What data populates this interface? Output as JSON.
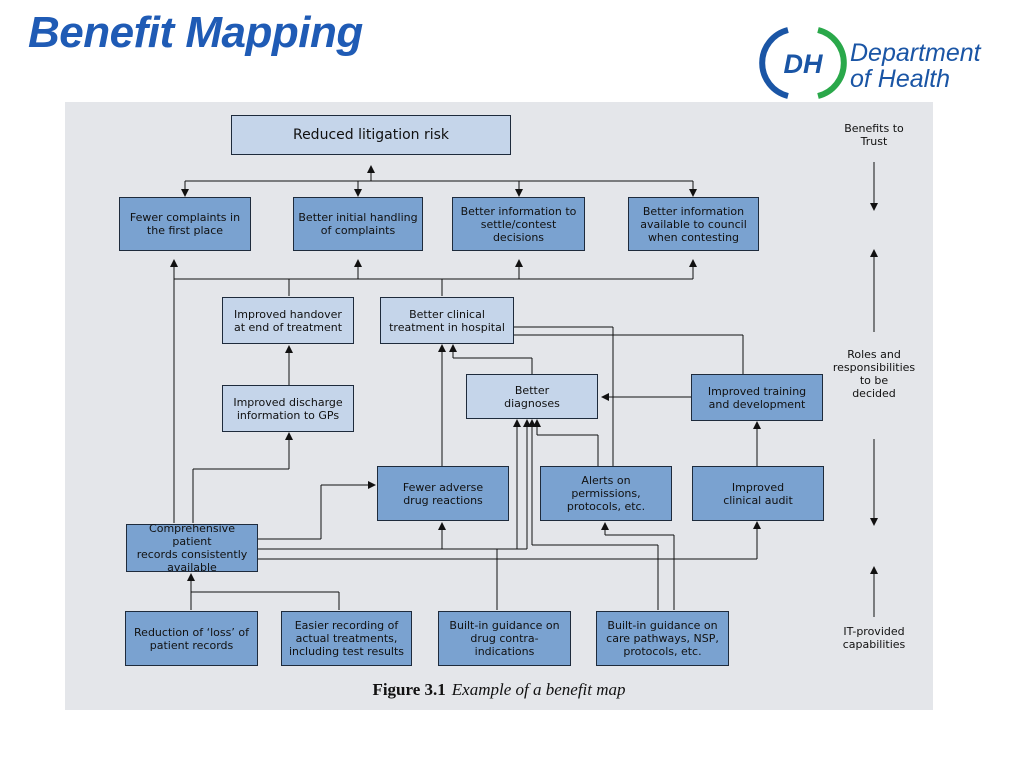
{
  "slide": {
    "title": "Benefit Mapping"
  },
  "logo": {
    "mark": "DH",
    "line1": "Department",
    "line2": "of Health"
  },
  "colors": {
    "title": "#1f5bb5",
    "dark_box": "#7aa2d0",
    "light_box": "#c5d5ea",
    "figure_bg": "#e4e6ea"
  },
  "diagram": {
    "top": "Reduced litigation risk",
    "benefits": [
      "Fewer complaints in\nthe first place",
      "Better initial handling\nof complaints",
      "Better information to\nsettle/contest decisions",
      "Better information\navailable to council\nwhen contesting"
    ],
    "improved_handover": "Improved handover\nat end of treatment",
    "better_clinical": "Better clinical\ntreatment in hospital",
    "improved_discharge": "Improved discharge\ninformation to GPs",
    "better_diagnoses": "Better\ndiagnoses",
    "improved_training": "Improved training\nand development",
    "fewer_adverse": "Fewer adverse\ndrug reactions",
    "alerts": "Alerts on\npermissions,\nprotocols, etc.",
    "improved_audit": "Improved\nclinical audit",
    "comprehensive": "Comprehensive patient\nrecords consistently\navailable",
    "capabilities": [
      "Reduction of ‘loss’ of\npatient records",
      "Easier recording of\nactual treatments,\nincluding test results",
      "Built-in guidance on\ndrug contra-indications",
      "Built-in guidance on\ncare pathways, NSP,\nprotocols, etc."
    ],
    "side": {
      "benefits_to_trust": "Benefits to\nTrust",
      "roles": "Roles and\nresponsibilities\nto be\ndecided",
      "it_provided": "IT-provided\ncapabilities"
    }
  },
  "caption": {
    "number": "Figure 3.1",
    "text": "Example of a benefit map"
  }
}
